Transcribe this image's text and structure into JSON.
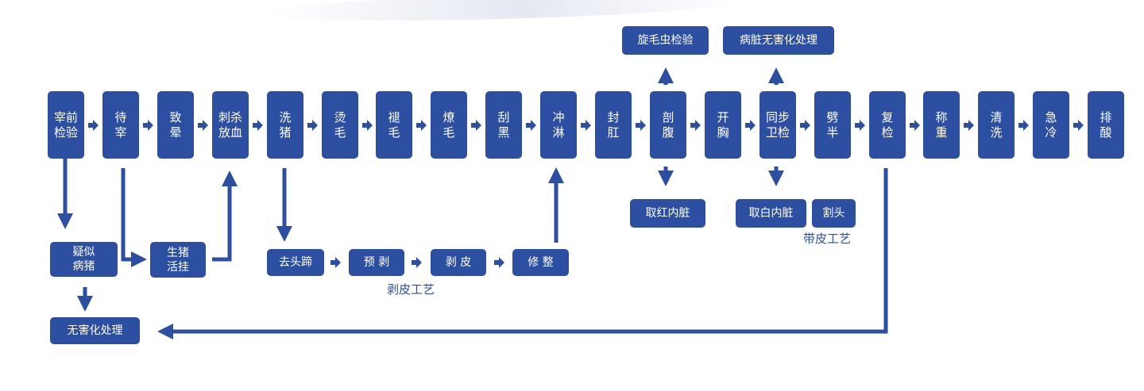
{
  "main_flow": [
    {
      "id": "lairage-inspection",
      "label": "宰前检验"
    },
    {
      "id": "waiting-slaughter",
      "label": "待宰"
    },
    {
      "id": "stunning",
      "label": "致晕"
    },
    {
      "id": "sticking-bleeding",
      "label": "刺杀放血"
    },
    {
      "id": "washing",
      "label": "洗猪"
    },
    {
      "id": "scalding",
      "label": "烫毛"
    },
    {
      "id": "dehairing",
      "label": "褪毛"
    },
    {
      "id": "singeing",
      "label": "燎毛"
    },
    {
      "id": "scraping",
      "label": "刮黑"
    },
    {
      "id": "rinsing",
      "label": "冲淋"
    },
    {
      "id": "anus-sealing",
      "label": "封肛"
    },
    {
      "id": "evisceration",
      "label": "剖腹"
    },
    {
      "id": "chest-opening",
      "label": "开胸"
    },
    {
      "id": "synchronized-inspection",
      "label": "同步卫检"
    },
    {
      "id": "splitting",
      "label": "劈半"
    },
    {
      "id": "reinspection",
      "label": "复检"
    },
    {
      "id": "weighing",
      "label": "称重"
    },
    {
      "id": "cleaning",
      "label": "清洗"
    },
    {
      "id": "chilling",
      "label": "急冷"
    },
    {
      "id": "acid-discharge",
      "label": "排酸"
    }
  ],
  "side_boxes": {
    "suspect_pig": "疑似病猪",
    "harmless_left": "无害化处理",
    "live_hanging": "生猪活挂",
    "remove_head_hooves": "去头蹄",
    "pre_skinning": "预 剥",
    "skinning": "剥 皮",
    "trimming": "修 整",
    "trichinella_test": "旋毛虫检验",
    "diseased_viscera_harmless": "病脏无害化处理",
    "red_offal": "取红内脏",
    "white_offal": "取白内脏",
    "head_cutting": "割头"
  },
  "captions": {
    "skinning_process": "剥皮工艺",
    "skin_on_process": "带皮工艺"
  },
  "colors": {
    "box": "#2d4fa1",
    "arrow": "#2d4fa1",
    "text": "#ffffff"
  }
}
